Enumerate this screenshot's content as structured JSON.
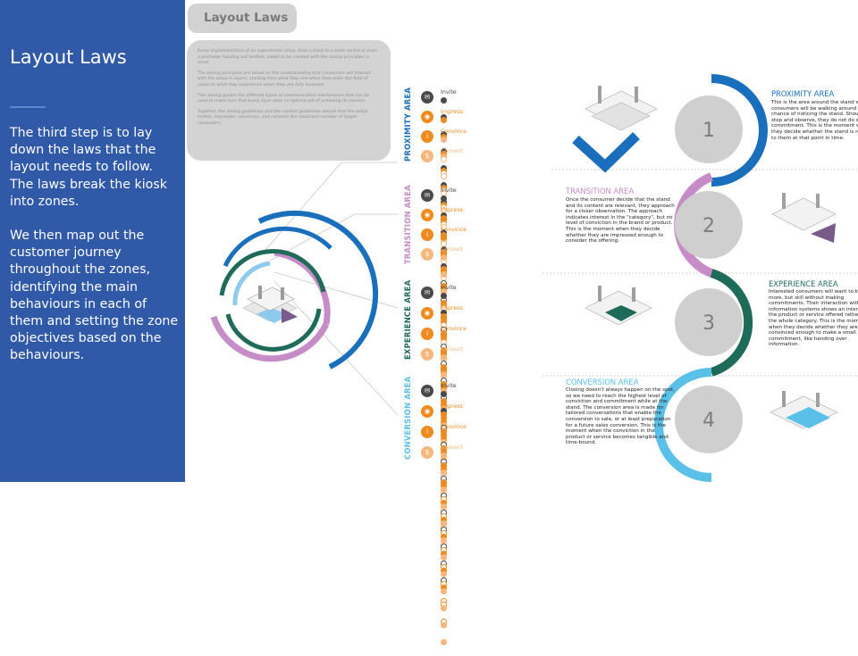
{
  "sidebar": {
    "title": "Layout Laws",
    "paragraphs": [
      "The third step is to lay down the laws that the layout needs to follow. The laws break the kiosk into zones.",
      "We then map out the customer journey throughout the zones, identifying the main behaviours in each of them and setting the zone objectives based on the behaviours."
    ]
  },
  "main": {
    "title": "Layout Laws",
    "intro_paragraphs": [
      "Every implementation of an experiential setup, from a kiosk to a sales centre or even a promoter handing out leaflets, needs to be created with the zoning principles in mind.",
      "The zoning principles are based on the understanding that consumers will interact with the setup in layers, starting from what they see when they enter the field of vision to what they experience when they are fully involved.",
      "This zoning guides the different types of communication mechanisms that can be used to make sure that every layer does an optimal job of achieving its mission.",
      "Together, the zoning guidelines and the content guidelines ensure that the setup invites, impresses, convinces, and converts the maximum number of target consumers."
    ]
  },
  "colors": {
    "sidebar_bg": "#3059a8",
    "dark": "#4a4a4a",
    "orange": "#ef8a1f",
    "peach": "#f7b77c",
    "proximity": "#1a6fbc",
    "transition": "#c68cc8",
    "experience": "#1f6b5a",
    "conversion": "#5bc0e8",
    "circle": "#cfcfcf"
  },
  "areas": [
    {
      "label": "PROXIMITY AREA",
      "color": "#1a6fbc",
      "stages": [
        {
          "name": "Invite",
          "icon": "envelope-icon",
          "filled": 10,
          "total": 12
        },
        {
          "name": "Impress",
          "icon": "eye-icon",
          "filled": 7,
          "total": 12
        },
        {
          "name": "Convince",
          "icon": "info-icon",
          "filled": 2,
          "total": 12
        },
        {
          "name": "Convert",
          "icon": "dollar-icon",
          "filled": 0,
          "total": 12
        }
      ]
    },
    {
      "label": "TRANSITION AREA",
      "color": "#c68cc8",
      "stages": [
        {
          "name": "Invite",
          "icon": "envelope-icon",
          "filled": 5,
          "total": 12
        },
        {
          "name": "Impress",
          "icon": "eye-icon",
          "filled": 12,
          "total": 12
        },
        {
          "name": "Convince",
          "icon": "info-icon",
          "filled": 7,
          "total": 12
        },
        {
          "name": "Convert",
          "icon": "dollar-icon",
          "filled": 3,
          "total": 12
        }
      ]
    },
    {
      "label": "EXPERIENCE AREA",
      "color": "#1f6b5a",
      "stages": [
        {
          "name": "Invite",
          "icon": "envelope-icon",
          "filled": 2,
          "total": 12
        },
        {
          "name": "Impress",
          "icon": "eye-icon",
          "filled": 10,
          "total": 12
        },
        {
          "name": "Convince",
          "icon": "info-icon",
          "filled": 12,
          "total": 12
        },
        {
          "name": "Convert",
          "icon": "dollar-icon",
          "filled": 7,
          "total": 12
        }
      ]
    },
    {
      "label": "CONVERSION AREA",
      "color": "#5bc0e8",
      "stages": [
        {
          "name": "Invite",
          "icon": "envelope-icon",
          "filled": 2,
          "total": 12
        },
        {
          "name": "Impress",
          "icon": "eye-icon",
          "filled": 5,
          "total": 12
        },
        {
          "name": "Convince",
          "icon": "info-icon",
          "filled": 10,
          "total": 12
        },
        {
          "name": "Convert",
          "icon": "dollar-icon",
          "filled": 12,
          "total": 12
        }
      ]
    }
  ],
  "zones": [
    {
      "number": "1",
      "title": "PROXIMITY AREA",
      "color": "#1a6fbc",
      "text": "This is the area around the stand where consumers will be walking around with a chance of noticing the stand. Should they stop and observe, they do not do so with commitment. This is the moment when they decide whether the stand is relevant to them at that point in time."
    },
    {
      "number": "2",
      "title": "TRANSITION AREA",
      "color": "#c68cc8",
      "text": "Once the consumer decide that the stand and its content are relevant, they approach for a closer observation. The approach indicates interest in the \"category\", but no level of conviction in the brand or product. This is the moment when they decide whether they are impressed enough to consider the offering."
    },
    {
      "number": "3",
      "title": "EXPERIENCE AREA",
      "color": "#1f6b5a",
      "text": "Interested consumers will want to know more, but still without making commitments. Their interaction with self-information systems shows an interest in the product or service offered rather than the whole category. This is the moment when they decide whether they are convinced enough to make a small commitment, like handing over information."
    },
    {
      "number": "4",
      "title": "CONVERSION AREA",
      "color": "#5bc0e8",
      "text": "Closing doesn't always happen on the spot, so we need to reach the highest level of conviction and commitment while at the stand. The conversion area is made for tailored conversations that enable the conversion to sale, or at least preparation for a future sales conversion. This is the moment when the conviction in the product or service becomes tangible and time-bound."
    }
  ]
}
